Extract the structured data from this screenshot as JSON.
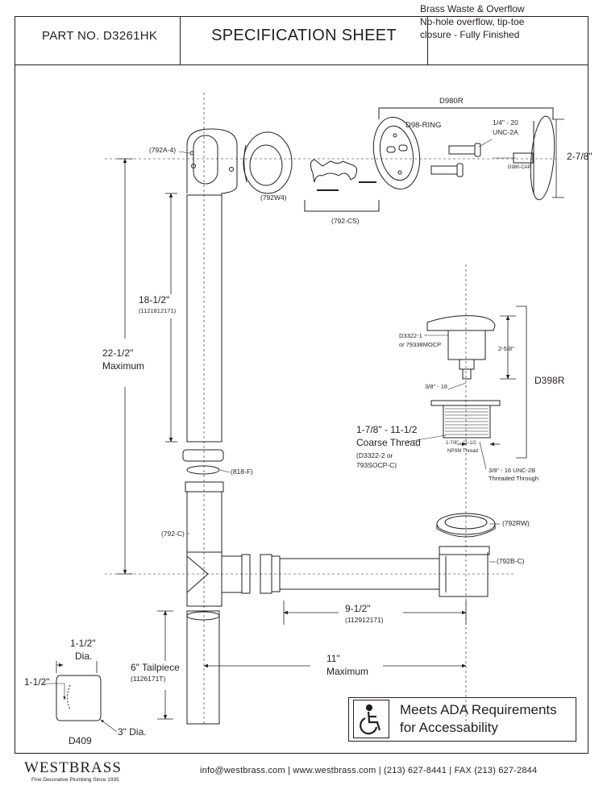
{
  "header": {
    "part_no": "PART NO.   D3261HK",
    "title": "SPECIFICATION SHEET",
    "description": [
      "Brass Waste & Overflow",
      "No-hole overflow, tip-toe",
      "closure - Fully Finished"
    ]
  },
  "labels": {
    "d980r": "D980R",
    "d98_ring": "D98-RING",
    "screw_size": "1/4\" - 20",
    "screw_thread": "UNC-2A",
    "d980_cap": "D980-CAP",
    "cap_dia": "2-7/8\"",
    "elbow": "(792A-4)",
    "gasket_w4": "(792W4)",
    "clip": "(792-CS)",
    "len_18": "18-1/2\"",
    "len_18_mm": "(1121812171)",
    "len_22": "22-1/2\"",
    "len_22_sub": "Maximum",
    "stopper_part": "D3322-1",
    "stopper_part2": "or 79338MOCP",
    "stopper_height": "2-5/8\"",
    "stud": "3/8\" - 16",
    "d398r": "D398R",
    "thread_size": "1-7/8\" - 11-1/2",
    "thread_type": "Coarse Thread",
    "thread_part": "(D3322-2 or",
    "thread_part2": "793SOCP-C)",
    "npsm_size": "1-7/8\" - 11-1/2",
    "npsm": "NPSM Thread",
    "unc_2b": "3/8\" - 16 UNC-2B",
    "threaded_through": "Threaded Through",
    "ring_818": "(818-F)",
    "tee": "(792-C)",
    "washer_rw": "(792RW)",
    "shoe": "(792B-C)",
    "len_9": "9-1/2\"",
    "len_9_mm": "(112912171)",
    "len_11": "11\"",
    "len_11_sub": "Maximum",
    "tailpiece": "6\" Tailpiece",
    "tailpiece_mm": "(1126171T)",
    "d409_dia_top": "1-1/2\"",
    "d409_dia_top_sub": "Dia.",
    "d409_side": "1-1/2\"",
    "d409_dia_bottom": "3\" Dia.",
    "d409": "D409"
  },
  "ada": {
    "line1": "Meets  ADA Requirements",
    "line2": "for Accessability"
  },
  "footer": {
    "brand": "WESTBRASS",
    "tagline": "Fine Decorative Plumbing Since 1935",
    "contact": "info@westbrass.com  |   www.westbrass.com   |    (213) 627-8441    |    FAX (213) 627-2844"
  }
}
